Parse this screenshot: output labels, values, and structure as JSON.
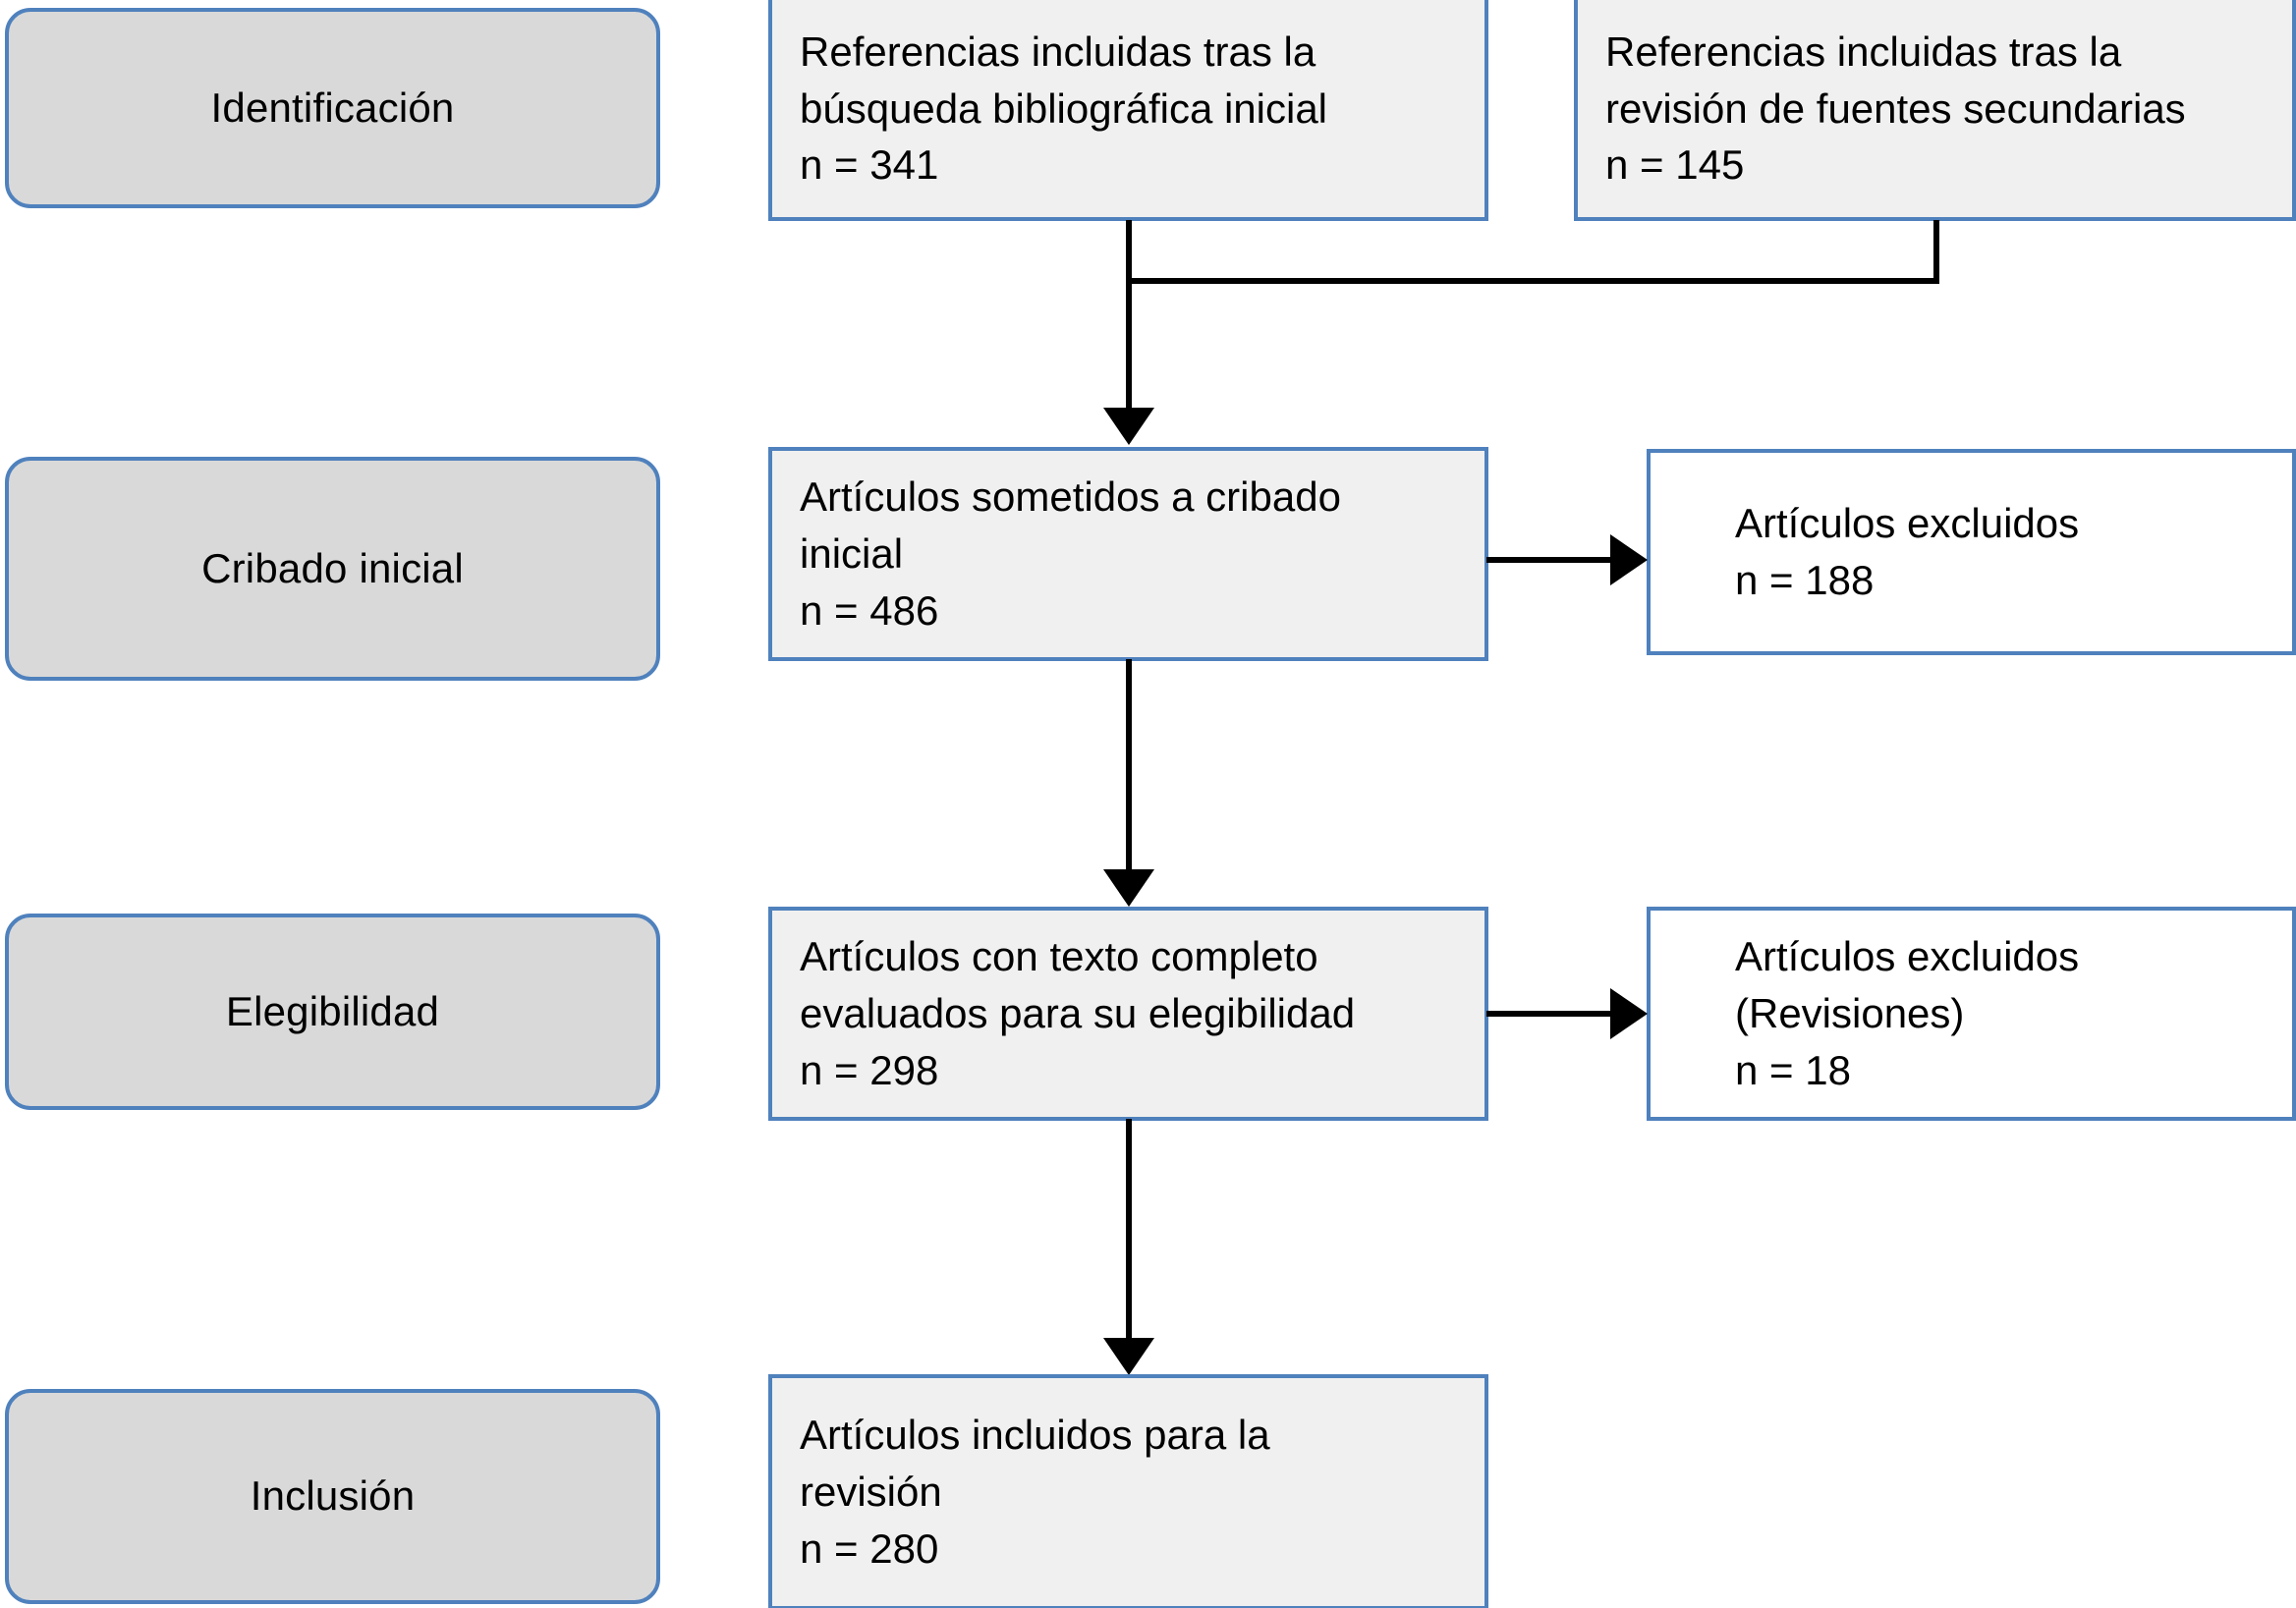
{
  "diagram": {
    "type": "prisma-flow-diagram",
    "language": "es",
    "colors": {
      "border_blue": "#4f81bd",
      "stage_fill": "#d9d9d9",
      "box_fill": "#f0f0f0",
      "excluded_fill": "#ffffff",
      "connector": "#000000",
      "text": "#000000"
    },
    "stages": [
      {
        "id": "identificacion",
        "label": "Identificación"
      },
      {
        "id": "cribado",
        "label": "Cribado inicial"
      },
      {
        "id": "elegibilidad",
        "label": "Elegibilidad"
      },
      {
        "id": "inclusion",
        "label": "Inclusión"
      }
    ],
    "boxes": {
      "search_initial": {
        "lines": [
          "Referencias incluidas tras la",
          "búsqueda bibliográfica inicial",
          "n = 341"
        ],
        "n": 341
      },
      "secondary_sources": {
        "lines": [
          "Referencias incluidas tras la",
          "revisión de fuentes secundarias",
          "n = 145"
        ],
        "n": 145
      },
      "screened": {
        "lines": [
          "Artículos sometidos a cribado",
          "inicial",
          "n = 486"
        ],
        "n": 486
      },
      "excluded_screening": {
        "lines": [
          "Artículos excluidos",
          "n = 188"
        ],
        "n": 188
      },
      "fulltext": {
        "lines": [
          "Artículos con texto completo",
          "evaluados para su elegibilidad",
          "n = 298"
        ],
        "n": 298
      },
      "excluded_fulltext": {
        "lines": [
          "Artículos excluidos",
          "(Revisiones)",
          "n = 18"
        ],
        "n": 18
      },
      "included": {
        "lines": [
          "Artículos incluidos para la",
          "revisión",
          "n = 280"
        ],
        "n": 280
      }
    }
  }
}
